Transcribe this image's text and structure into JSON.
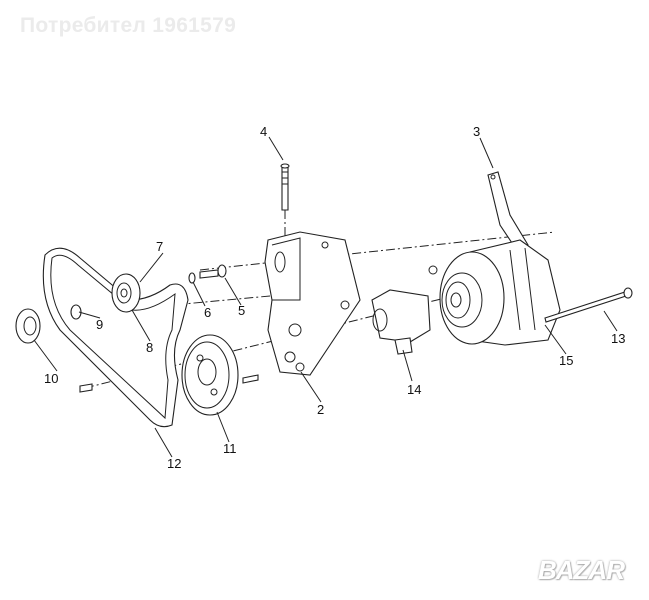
{
  "watermark": "Потребител 1961579",
  "logo_text": "BAZAR",
  "callouts": [
    {
      "id": "1",
      "label": "2",
      "part": "mounting-bracket"
    },
    {
      "id": "2",
      "label": "3",
      "part": "adjusting-strap"
    },
    {
      "id": "3",
      "label": "4",
      "part": "stud"
    },
    {
      "id": "4",
      "label": "5",
      "part": "bolt"
    },
    {
      "id": "5",
      "label": "6",
      "part": "washer"
    },
    {
      "id": "6",
      "label": "7",
      "part": "belt"
    },
    {
      "id": "7",
      "label": "8",
      "part": "idler-pulley"
    },
    {
      "id": "8",
      "label": "9",
      "part": "nut"
    },
    {
      "id": "9",
      "label": "10",
      "part": "dust-cover"
    },
    {
      "id": "10",
      "label": "11",
      "part": "crank-pulley"
    },
    {
      "id": "11",
      "label": "12",
      "part": "serpentine-belt"
    },
    {
      "id": "12",
      "label": "13",
      "part": "through-bolt"
    },
    {
      "id": "13",
      "label": "14",
      "part": "spacer-bracket"
    },
    {
      "id": "14",
      "label": "15",
      "part": "alternator"
    }
  ]
}
